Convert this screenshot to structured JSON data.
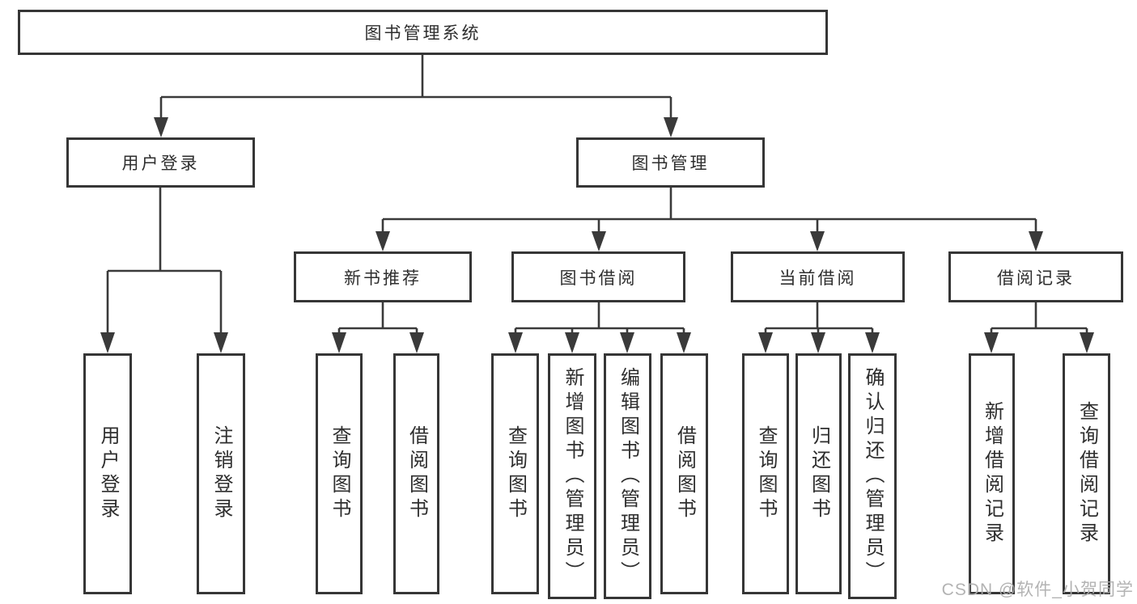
{
  "root": {
    "label": "图书管理系统"
  },
  "branches": [
    {
      "label": "用户登录",
      "leaves": [
        "用户登录",
        "注销登录"
      ]
    },
    {
      "label": "图书管理",
      "groups": [
        {
          "label": "新书推荐",
          "leaves": [
            "查询图书",
            "借阅图书"
          ]
        },
        {
          "label": "图书借阅",
          "leaves": [
            "查询图书",
            "新增图书（管理员）",
            "编辑图书（管理员）",
            "借阅图书"
          ]
        },
        {
          "label": "当前借阅",
          "leaves": [
            "查询图书",
            "归还图书",
            "确认归还（管理员）"
          ]
        },
        {
          "label": "借阅记录",
          "leaves": [
            "新增借阅记录",
            "查询借阅记录"
          ]
        }
      ]
    }
  ],
  "watermark": {
    "text": "CSDN @软件_小贺同学"
  },
  "colors": {
    "line": "#3a3a3a",
    "text": "#2e2e2e",
    "watermark": "#acacac",
    "background": "#ffffff"
  }
}
